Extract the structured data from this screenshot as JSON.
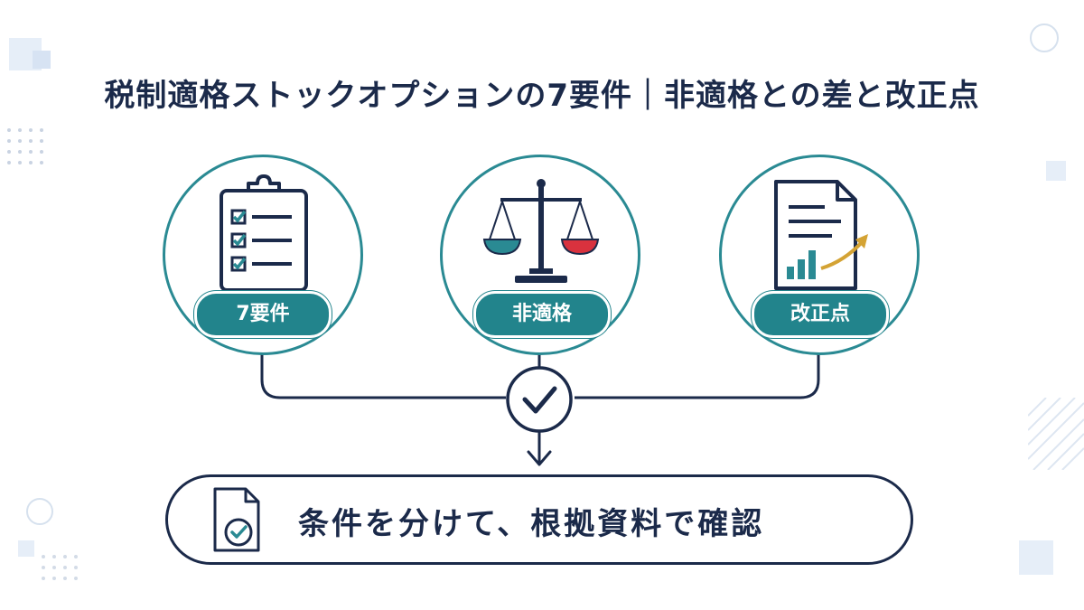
{
  "title": "税制適格ストックオプションの7要件｜非適格との差と改正点",
  "nodes": [
    {
      "label": "7要件",
      "icon": "checklist-clipboard-icon"
    },
    {
      "label": "非適格",
      "icon": "balance-scale-icon"
    },
    {
      "label": "改正点",
      "icon": "document-chart-icon"
    }
  ],
  "merge_icon": "check-circle-icon",
  "result": {
    "text": "条件を分けて、根拠資料で確認",
    "icon": "document-check-icon"
  },
  "colors": {
    "navy": "#1b2a4a",
    "teal": "#2a8a93",
    "red": "#d9323e",
    "gold": "#d4a334",
    "light": "#e6eef8"
  }
}
